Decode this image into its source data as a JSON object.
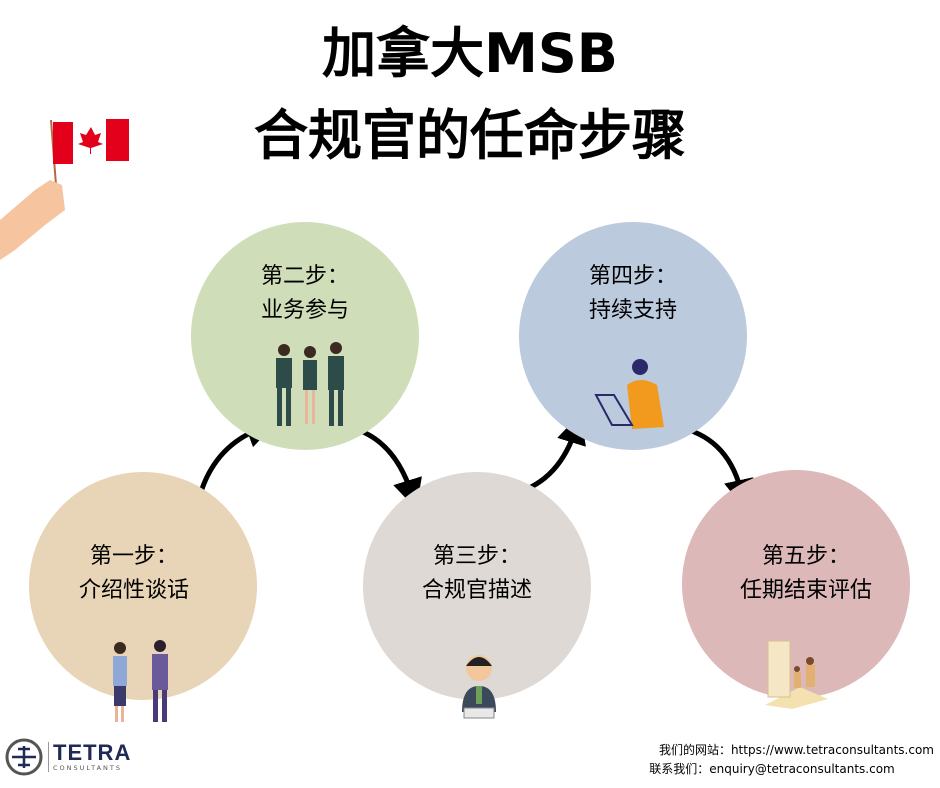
{
  "title": {
    "line1": "加拿大MSB",
    "line2": "合规官的任命步骤"
  },
  "colors": {
    "step1": "#e8d4b6",
    "step2": "#cfddb8",
    "step3": "#ded9d4",
    "step4": "#bccade",
    "step5": "#dcb8b8"
  },
  "steps": [
    {
      "step": "第一步：",
      "label": "介绍性谈话"
    },
    {
      "step": "第二步：",
      "label": "业务参与"
    },
    {
      "step": "第三步：",
      "label": "合规官描述"
    },
    {
      "step": "第四步：",
      "label": "持续支持"
    },
    {
      "step": "第五步：",
      "label": "任期结束评估"
    }
  ],
  "logo": {
    "name": "TETRA",
    "sub": "CONSULTANTS"
  },
  "footer": {
    "website": "我们的网站：https://www.tetraconsultants.com",
    "contact": "联系我们：enquiry@tetraconsultants.com"
  }
}
